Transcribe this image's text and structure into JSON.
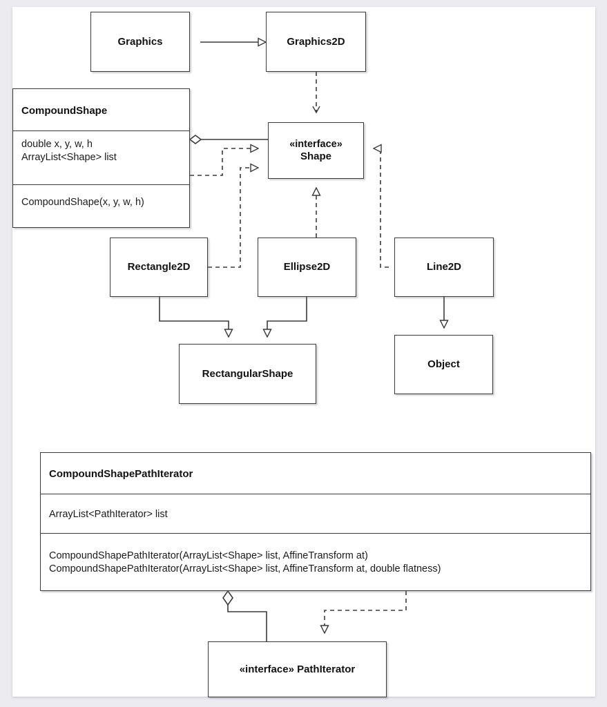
{
  "diagram": {
    "kind": "uml-class-diagram",
    "canvas_color": "#ffffff",
    "page_background": "#ebebf0",
    "line_color": "#3a3a3a",
    "text_color": "#111111"
  },
  "classes": {
    "graphics": {
      "name": "Graphics"
    },
    "graphics2d": {
      "name": "Graphics2D"
    },
    "shape": {
      "stereotype": "«interface»",
      "name": "Shape"
    },
    "compound_shape": {
      "name": "CompoundShape",
      "attributes": [
        "double x, y, w, h",
        "ArrayList<Shape> list"
      ],
      "operations": [
        "CompoundShape(x, y, w, h)"
      ]
    },
    "rectangle2d": {
      "name": "Rectangle2D"
    },
    "ellipse2d": {
      "name": "Ellipse2D"
    },
    "line2d": {
      "name": "Line2D"
    },
    "rectangular_shape": {
      "name": "RectangularShape"
    },
    "object": {
      "name": "Object"
    },
    "compound_shape_path_iterator": {
      "name": "CompoundShapePathIterator",
      "attributes": [
        "ArrayList<PathIterator> list"
      ],
      "operations": [
        "CompoundShapePathIterator(ArrayList<Shape> list, AffineTransform at)",
        "CompoundShapePathIterator(ArrayList<Shape> list, AffineTransform at, double flatness)"
      ]
    },
    "path_iterator": {
      "stereotype": "«interface»",
      "name": "PathIterator",
      "label": "«interface» PathIterator"
    }
  },
  "relationships": [
    {
      "from": "Graphics2D",
      "to": "Graphics",
      "type": "generalization",
      "style": "solid",
      "head": "hollow-triangle"
    },
    {
      "from": "Graphics2D",
      "to": "Shape",
      "type": "dependency",
      "style": "dashed",
      "head": "open-arrow"
    },
    {
      "from": "CompoundShape",
      "to": "Shape",
      "type": "aggregation",
      "style": "solid",
      "head": "hollow-diamond"
    },
    {
      "from": "CompoundShape",
      "to": "Shape",
      "type": "realization",
      "style": "dashed",
      "head": "hollow-triangle"
    },
    {
      "from": "Rectangle2D",
      "to": "Shape",
      "type": "realization",
      "style": "dashed",
      "head": "hollow-triangle"
    },
    {
      "from": "Ellipse2D",
      "to": "Shape",
      "type": "realization",
      "style": "dashed",
      "head": "hollow-triangle"
    },
    {
      "from": "Line2D",
      "to": "Shape",
      "type": "realization",
      "style": "dashed",
      "head": "hollow-triangle"
    },
    {
      "from": "Rectangle2D",
      "to": "RectangularShape",
      "type": "generalization",
      "style": "solid",
      "head": "hollow-triangle"
    },
    {
      "from": "Ellipse2D",
      "to": "RectangularShape",
      "type": "generalization",
      "style": "solid",
      "head": "hollow-triangle"
    },
    {
      "from": "Line2D",
      "to": "Object",
      "type": "generalization",
      "style": "solid",
      "head": "hollow-triangle"
    },
    {
      "from": "CompoundShapePathIterator",
      "to": "PathIterator",
      "type": "aggregation",
      "style": "solid",
      "head": "hollow-diamond"
    },
    {
      "from": "CompoundShapePathIterator",
      "to": "PathIterator",
      "type": "realization",
      "style": "dashed",
      "head": "hollow-triangle"
    }
  ]
}
